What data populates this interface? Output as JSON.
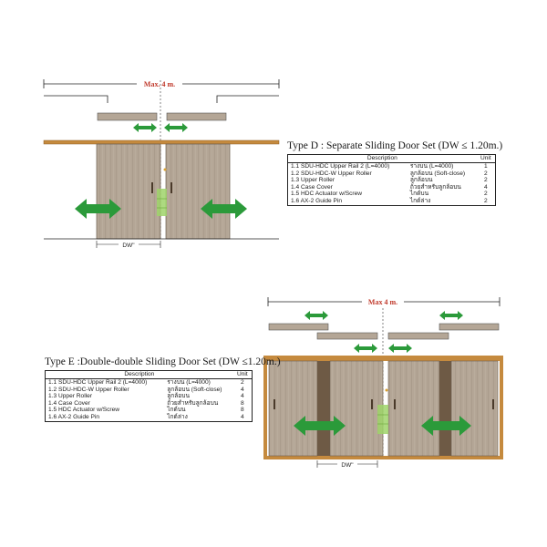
{
  "diagram_d": {
    "max_label": "Max. 4 m.",
    "dw_label": "DW\"",
    "title": "Type D : Separate Sliding Door Set (DW ≤ 1.20m.)",
    "table": {
      "headers": [
        "Description",
        "",
        "Unit"
      ],
      "rows": [
        {
          "item": "1.1 SDU-HDC Upper Rail 2 (L=4000)",
          "thai": "รางบน (L=4000)",
          "unit": "1"
        },
        {
          "item": "1.2 SDU-HDC-W Upper Roller",
          "thai": "ลูกล้อบน (Soft-close)",
          "unit": "2"
        },
        {
          "item": "1.3 Upper Roller",
          "thai": "ลูกล้อบน",
          "unit": "2"
        },
        {
          "item": "1.4 Case Cover",
          "thai": "ถ้วยสำหรับลูกล้อบน",
          "unit": "4"
        },
        {
          "item": "1.5 HDC Actuator w/Screw",
          "thai": "ไกด์บน",
          "unit": "2"
        },
        {
          "item": "1.6 AX-2 Guide Pin",
          "thai": "ไกด์ล่าง",
          "unit": "2"
        }
      ]
    }
  },
  "diagram_e": {
    "max_label": "Max 4 m.",
    "dw_label": "DW\"",
    "title": "Type E :Double-double Sliding Door Set (DW ≤1.20m.)",
    "table": {
      "headers": [
        "Description",
        "",
        "Unit"
      ],
      "rows": [
        {
          "item": "1.1 SDU-HDC Upper Rail 2 (L=4000)",
          "thai": "รางบน (L=4000)",
          "unit": "2"
        },
        {
          "item": "1.2 SDU-HDC-W Upper Roller",
          "thai": "ลูกล้อบน (Soft-close)",
          "unit": "4"
        },
        {
          "item": "1.3 Upper Roller",
          "thai": "ลูกล้อบน",
          "unit": "4"
        },
        {
          "item": "1.4 Case Cover",
          "thai": "ถ้วยสำหรับลูกล้อบน",
          "unit": "8"
        },
        {
          "item": "1.5 HDC Actuator w/Screw",
          "thai": "ไกด์บน",
          "unit": "8"
        },
        {
          "item": "1.6 AX-2 Guide Pin",
          "thai": "ไกด์ล่าง",
          "unit": "4"
        }
      ]
    }
  },
  "colors": {
    "door": "#b3a596",
    "door_grain": "#a39483",
    "rail": "#c58a3e",
    "arrow": "#2b9a3a",
    "highlight": "#9fd46a",
    "max_label": "#c0392b",
    "dark_panel": "#6e5a45"
  }
}
